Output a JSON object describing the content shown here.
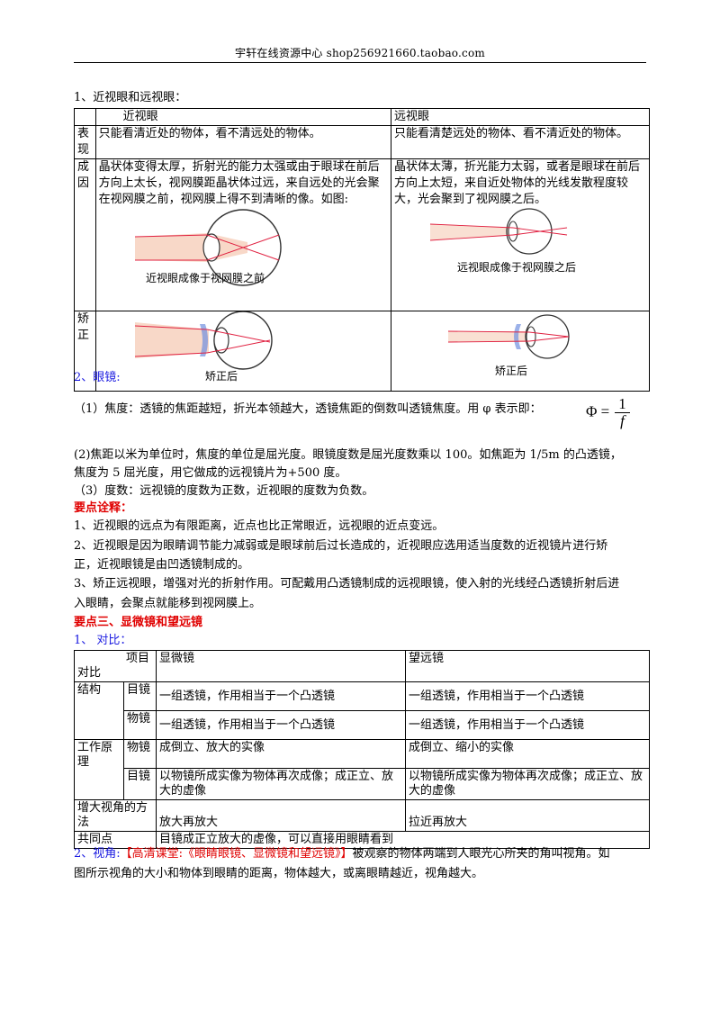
{
  "header": "宇轩在线资源中心  shop256921660.taobao.com",
  "sec1_title": "1、近视眼和远视眼：",
  "table1": {
    "col_myopia": "近视眼",
    "col_hyperopia": "远视眼",
    "row1_label": "表现",
    "row1_myopia": "只能看清近处的物体，看不清远处的物体。",
    "row1_hyperopia": "只能看清楚远处的物体、看不清近处的物体。",
    "row2_label": "成因",
    "row2_myopia": "晶状体变得太厚，折射光的能力太强或由于眼球在前后方向上太长，视网膜距晶状体过远，来自远处的光会聚在视网膜之前，视网膜上得不到清晰的像。如图:",
    "row2_hyperopia": "晶状体太薄，折光能力太弱，或者是眼球在前后方向上太短，来自近处物体的光线发散程度较大，光会聚到了视网膜之后。",
    "fig_myopia_caption": "近视眼成像于视网膜之前",
    "fig_hyperopia_caption": "远视眼成像于视网膜之后",
    "row3_label": "矫正",
    "fig_corr1_caption": "矫正后",
    "fig_corr2_caption": "矫正后"
  },
  "sec2_title": "2、眼镜:",
  "p1": "（1）焦度：透镜的焦距越短，折光本领越大，透镜焦距的倒数叫透镜焦度。用 φ 表示即：",
  "formula": {
    "lhs": "Φ =",
    "num": "1",
    "den": "f"
  },
  "p2a": "(2)焦距以米为单位时，焦度的单位是屈光度。眼镜度数是屈光度数乘以 100。如焦距为 1/5m 的凸透镜，",
  "p2b": "焦度为 5 屈光度，用它做成的远视镜片为+500 度。",
  "p3": "（3）度数：远视镜的度数为正数，近视眼的度数为负数。",
  "notes_title": "要点诠释：",
  "n1": "1、近视眼的远点为有限距离，近点也比正常眼近，远视眼的近点变远。",
  "n2a": "2、近视眼是因为眼睛调节能力减弱或是眼球前后过长造成的，近视眼应选用适当度数的近视镜片进行矫",
  "n2b": "正，近视眼镜是由凹透镜制成的。",
  "n3a": "3、矫正远视眼，增强对光的折射作用。可配戴用凸透镜制成的远视眼镜，使入射的光线经凸透镜折射后进",
  "n3b": "入眼睛，会聚点就能移到视网膜上。",
  "key3_title": "要点三、显微镜和望远镜",
  "sub1": "1、 对比：",
  "table2": {
    "h_item": "项目",
    "h_compare": "对比",
    "h_micro": "显微镜",
    "h_tele": "望远镜",
    "r_struct": "结构",
    "r_obj": "目镜",
    "r_lens": "物镜",
    "struct_eye_micro": "一组透镜，作用相当于一个凸透镜",
    "struct_eye_tele": "一组透镜，作用相当于一个凸透镜",
    "struct_obj_micro": "一组透镜，作用相当于一个凸透镜",
    "struct_obj_tele": "一组透镜，作用相当于一个凸透镜",
    "r_principle": "工作原理",
    "r_obj2": "物镜",
    "r_eye2": "目镜",
    "prin_obj_micro": "成倒立、放大的实像",
    "prin_obj_tele": "成倒立、缩小的实像",
    "prin_eye_micro": "以物镜所成实像为物体再次成像；成正立、放大的虚像",
    "prin_eye_tele": "以物镜所成实像为物体再次成像；成正立、放大的虚像",
    "r_angle": "增大视角的方法",
    "angle_micro": "放大再放大",
    "angle_tele": "拉近再放大",
    "r_common": "共同点",
    "common": "目镜成正立放大的虚像，可以直接用眼睛看到"
  },
  "sec_angle_prefix": "2、视角:",
  "sec_angle_link": "【高清课堂:《眼睛眼镜、显微镜和望远镜》】",
  "sec_angle_text": "被观察的物体两端到人眼光心所夹的角叫视角。如",
  "sec_angle_text2": "图所示视角的大小和物体到眼睛的距离，物体越大，或离眼睛越近，视角越大。",
  "colors": {
    "blue": "#1a1ae0",
    "red": "#e00000",
    "ray": "#e02040",
    "beam": "#f8d8c8",
    "lens_blue": "#7090e0"
  }
}
